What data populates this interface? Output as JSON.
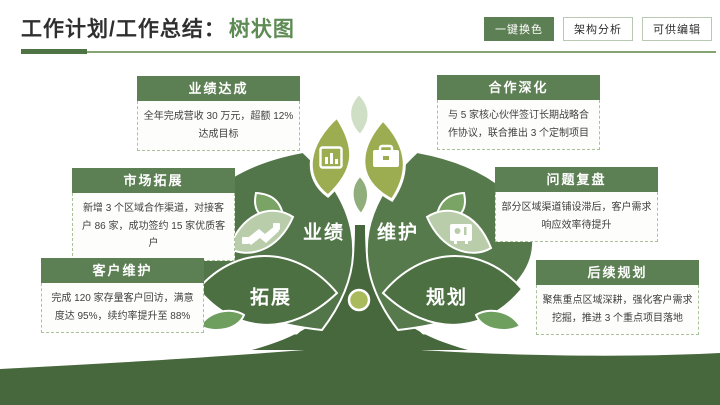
{
  "header": {
    "title_prefix": "工作计划/工作总结：",
    "title_highlight": "树状图",
    "buttons": [
      {
        "label": "一键换色",
        "variant": "filled"
      },
      {
        "label": "架构分析",
        "variant": "outline"
      },
      {
        "label": "可供编辑",
        "variant": "outline"
      }
    ]
  },
  "tree": {
    "branch_labels": [
      {
        "id": "performance",
        "text": "业绩"
      },
      {
        "id": "maintenance",
        "text": "维护"
      },
      {
        "id": "expansion",
        "text": "拓展"
      },
      {
        "id": "planning",
        "text": "规划"
      }
    ],
    "icons": [
      "report-icon",
      "briefcase-icon",
      "handshake-icon",
      "monitor-icon"
    ]
  },
  "callouts": [
    {
      "title": "业绩达成",
      "body": "全年完成营收 30 万元，超额 12% 达成目标"
    },
    {
      "title": "市场拓展",
      "body": "新增 3 个区域合作渠道，对接客户 86 家，成功签约 15 家优质客户"
    },
    {
      "title": "客户维护",
      "body": "完成 120 家存量客户回访，满意度达 95%，续约率提升至 88%"
    },
    {
      "title": "合作深化",
      "body": "与 5 家核心伙伴签订长期战略合作协议，联合推出 3 个定制项目"
    },
    {
      "title": "问题复盘",
      "body": "部分区域渠道铺设滞后，客户需求响应效率待提升"
    },
    {
      "title": "后续规划",
      "body": "聚焦重点区域深耕，强化客户需求挖掘，推进 3 个重点项目落地"
    }
  ],
  "colors": {
    "primary_dark_green": "#47673d",
    "leaf_dark_green": "#527549",
    "card_header_green": "#5d7f54",
    "accent_olive": "#9cac50",
    "medium_green": "#7aa366",
    "pale_green": "#b9cdab",
    "title_highlight_green": "#5e8b54",
    "rule_green": "#84a471"
  }
}
